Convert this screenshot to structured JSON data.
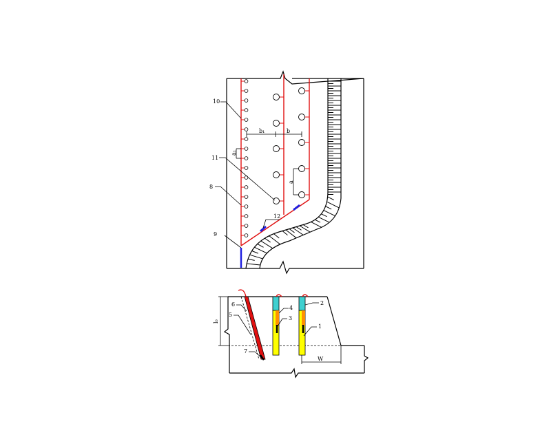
{
  "labels": {
    "l10": "10",
    "l11": "11",
    "l8": "8",
    "l9": "9",
    "l12": "12",
    "b1": "b₁",
    "b": "b",
    "a": "a",
    "a1": "a₁",
    "l6": "6",
    "l5": "5",
    "l7": "7",
    "l4": "4",
    "l3": "3",
    "l2": "2",
    "l1": "1",
    "w": "W",
    "l0": "l₀"
  },
  "colors": {
    "line": "#000000",
    "pipe": "#e01010",
    "marker": "#2020e0",
    "fill_yellow": "#ffff00",
    "fill_cyan": "#40d0d0",
    "fill_orange": "#ff9000"
  }
}
